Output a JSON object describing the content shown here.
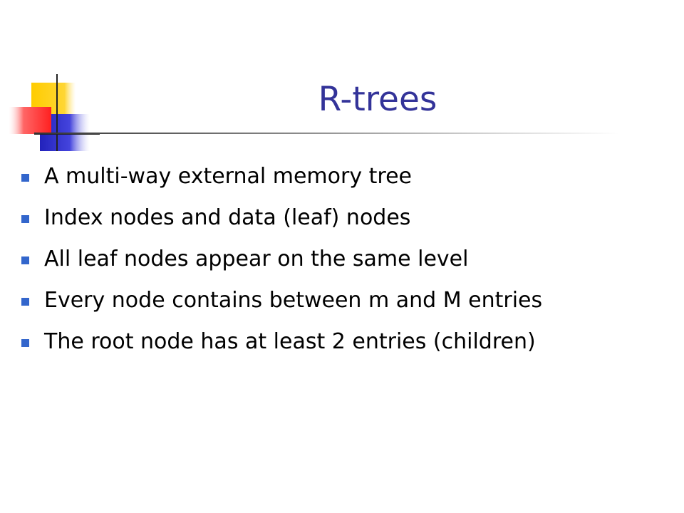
{
  "slide": {
    "title": "R-trees",
    "bullets": [
      {
        "text": "A multi-way external memory tree"
      },
      {
        "text": "Index nodes and data (leaf) nodes"
      },
      {
        "text": "All leaf nodes appear on the same level"
      },
      {
        "text": "Every node contains between m and M entries"
      },
      {
        "text": "The root node has at least 2 entries (children)"
      }
    ]
  },
  "colors": {
    "title": "#333399",
    "bullet_marker": "#3366cc",
    "accent_yellow": "#ffcc00",
    "accent_red": "#ff3333",
    "accent_blue": "#3333cc"
  },
  "icons": {
    "decoration": "corner-squares-decoration-icon",
    "bullet": "square-bullet-icon"
  }
}
